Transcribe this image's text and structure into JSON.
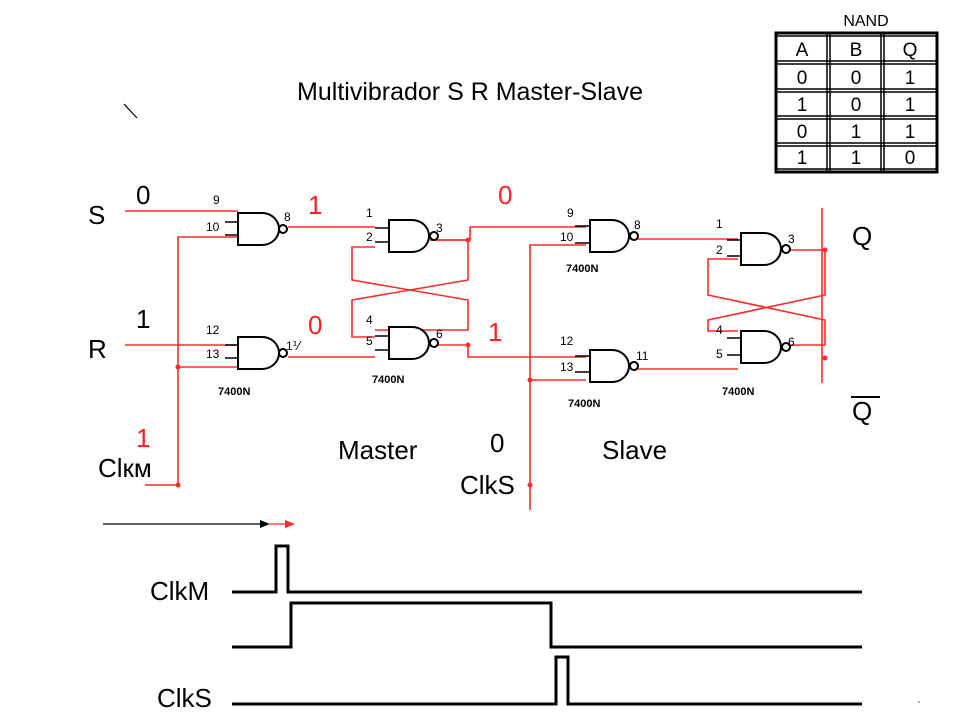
{
  "title": "Multivibrador S R Master-Slave",
  "inputs": {
    "s": {
      "label": "S",
      "value": "0"
    },
    "r": {
      "label": "R",
      "value": "1"
    },
    "clkm": {
      "label": "Clкм",
      "value": "1"
    }
  },
  "outputs": {
    "q": "Q",
    "q_bar": "Q"
  },
  "section_labels": {
    "master": "Master",
    "slave": "Slave"
  },
  "clks": {
    "label": "ClkS",
    "value": "0"
  },
  "node_values": {
    "master_set": "1",
    "master_reset": "0",
    "master_q": "0",
    "master_qbar": "1"
  },
  "chip_label": "7400N",
  "gates": [
    {
      "id": "g1",
      "pins": [
        "9",
        "10",
        "8"
      ]
    },
    {
      "id": "g2",
      "pins": [
        "12",
        "13",
        "1⅟"
      ]
    },
    {
      "id": "g3",
      "pins": [
        "1",
        "2",
        "3"
      ]
    },
    {
      "id": "g4",
      "pins": [
        "4",
        "5",
        "6"
      ]
    },
    {
      "id": "g5",
      "pins": [
        "9",
        "10",
        "8"
      ]
    },
    {
      "id": "g6",
      "pins": [
        "12",
        "13",
        "11"
      ]
    },
    {
      "id": "g7",
      "pins": [
        "1",
        "2",
        "3"
      ]
    },
    {
      "id": "g8",
      "pins": [
        "4",
        "5",
        "6"
      ]
    }
  ],
  "truth_table": {
    "title": "NAND",
    "headers": [
      "A",
      "B",
      "Q"
    ],
    "rows": [
      [
        "0",
        "0",
        "1"
      ],
      [
        "1",
        "0",
        "1"
      ],
      [
        "0",
        "1",
        "1"
      ],
      [
        "1",
        "1",
        "0"
      ]
    ]
  },
  "timing": {
    "labels": [
      "ClkM",
      "ClkS"
    ]
  }
}
